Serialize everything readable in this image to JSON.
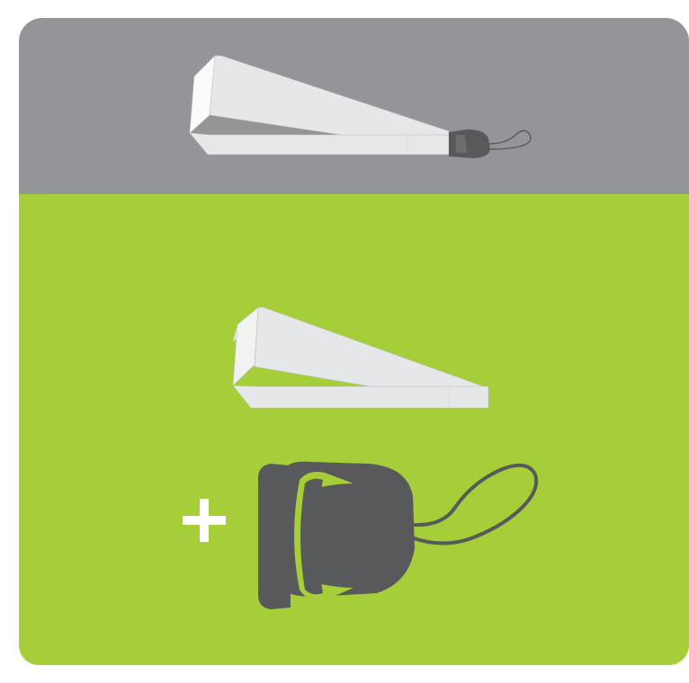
{
  "colors": {
    "top_panel": "#939598",
    "bottom_panel": "#a6ce39",
    "strap_light": "#e6e7e8",
    "strap_shade": "#f7f7f7",
    "strap_edge": "#bcbec0",
    "clip_dark": "#58595b",
    "clip_highlight": "#a6ce39",
    "plus": "#ffffff"
  },
  "illustration": {
    "top": "lanyard-with-clip",
    "bottom_upper": "lanyard-strap",
    "bottom_lower": "plastic-clip-with-cord",
    "operator": "plus"
  }
}
